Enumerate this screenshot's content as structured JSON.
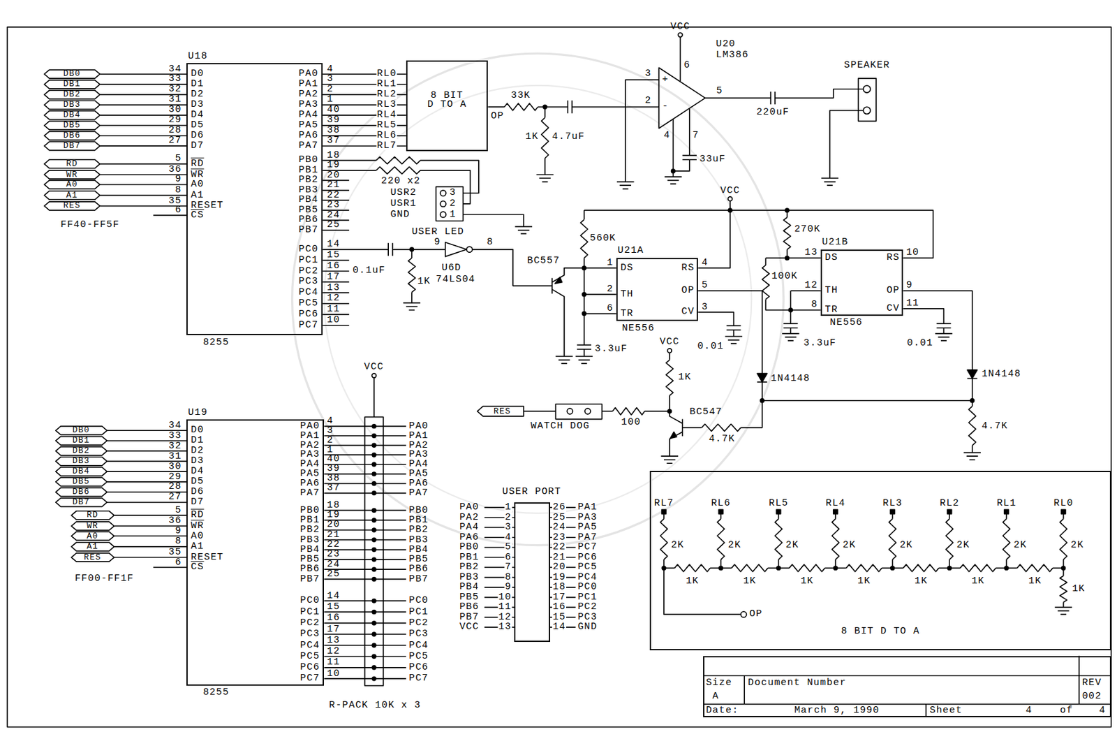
{
  "diagram": {
    "nodes": [
      {
        "text": [
          "U18",
          "D0",
          "D1",
          "D2",
          "D3",
          "D4",
          "D5",
          "D6",
          "D7",
          "RD",
          "WR",
          "A0",
          "A1",
          "RESET",
          "CS",
          "PA0",
          "PA1",
          "PA2",
          "PA3",
          "PA4",
          "PA5",
          "PA6",
          "PA7",
          "PB0",
          "PB1",
          "PB2",
          "PB3",
          "PB4",
          "PB5",
          "PB6",
          "PB7",
          "PC0",
          "PC1",
          "PC2",
          "PC3",
          "PC4",
          "PC5",
          "PC6",
          "PC7",
          "8255"
        ]
      },
      {
        "text": [
          "8 BIT D TO A"
        ]
      },
      {
        "text": [
          "U21A",
          "DS",
          "RS",
          "TH",
          "OP",
          "TR",
          "CV",
          "NE556"
        ]
      },
      {
        "text": [
          "U21B",
          "DS",
          "RS",
          "TH",
          "OP",
          "TR",
          "CV",
          "NE556"
        ]
      },
      {
        "text": [
          "U19",
          "D0",
          "D1",
          "D2",
          "D3",
          "D4",
          "D5",
          "D6",
          "D7",
          "RD",
          "WR",
          "A0",
          "A1",
          "RESET",
          "CS",
          "PA0",
          "PA1",
          "PA2",
          "PA3",
          "PA4",
          "PA5",
          "PA6",
          "PA7",
          "PB0",
          "PB1",
          "PB2",
          "PB3",
          "PB4",
          "PB5",
          "PB6",
          "PB7",
          "PC0",
          "PC1",
          "PC2",
          "PC3",
          "PC4",
          "PC5",
          "PC6",
          "PC7",
          "8255"
        ]
      },
      {
        "text": [
          "USER PORT"
        ]
      },
      {
        "text": [
          "8 BIT D TO A"
        ]
      },
      {
        "text": [
          "Size",
          "A",
          "Document Number",
          "REV",
          "002",
          "Date:",
          "March 9, 1990",
          "Sheet",
          "4",
          "of",
          "4"
        ]
      }
    ],
    "edges": [
      {
        "from": 0,
        "to": 1,
        "arrow": "none",
        "label": "RL0"
      },
      {
        "from": 0,
        "to": 1,
        "arrow": "none",
        "label": "RL1"
      },
      {
        "from": 0,
        "to": 1,
        "arrow": "none",
        "label": "RL2"
      },
      {
        "from": 0,
        "to": 1,
        "arrow": "none",
        "label": "RL3"
      },
      {
        "from": 0,
        "to": 1,
        "arrow": "none",
        "label": "RL4"
      },
      {
        "from": 0,
        "to": 1,
        "arrow": "none",
        "label": "RL5"
      },
      {
        "from": 0,
        "to": 1,
        "arrow": "none",
        "label": "RL6"
      },
      {
        "from": 0,
        "to": 1,
        "arrow": "none",
        "label": "RL7"
      }
    ],
    "labels": [
      "34",
      "33",
      "32",
      "31",
      "30",
      "29",
      "28",
      "27",
      "5",
      "36",
      "9",
      "8",
      "35",
      "6",
      "4",
      "3",
      "2",
      "1",
      "40",
      "39",
      "38",
      "37",
      "18",
      "19",
      "20",
      "21",
      "22",
      "23",
      "24",
      "25",
      "14",
      "15",
      "16",
      "17",
      "13",
      "12",
      "11",
      "10",
      "DB0",
      "DB1",
      "DB2",
      "DB3",
      "DB4",
      "DB5",
      "DB6",
      "DB7",
      "RD",
      "WR",
      "A0",
      "A1",
      "RES",
      "FF40-FF5F",
      "VCC",
      "U20",
      "LM386",
      "3",
      "2",
      "+",
      "-",
      "6",
      "5",
      "4",
      "7",
      "33uF",
      "SPEAKER",
      "220uF",
      "OP",
      "33K",
      "1K",
      "4.7uF",
      "220 x2",
      "USR2",
      "USR1",
      "GND",
      "3",
      "2",
      "1",
      "0.1uF",
      "1K",
      "USER LED",
      "9",
      "8",
      "U6D",
      "74LS04",
      "BC557",
      "560K",
      "3.3uF",
      "1",
      "2",
      "6",
      "4",
      "5",
      "3",
      "VCC",
      "0.01",
      "270K",
      "100K",
      "13",
      "12",
      "8",
      "10",
      "9",
      "11",
      "3.3uF",
      "0.01",
      "1N4148",
      "1N4148",
      "4.7K",
      "VCC",
      "1K",
      "BC547",
      "4.7K",
      "100",
      "WATCH DOG",
      "RES",
      "34",
      "33",
      "32",
      "31",
      "30",
      "29",
      "28",
      "27",
      "5",
      "36",
      "9",
      "8",
      "35",
      "6",
      "4",
      "3",
      "2",
      "1",
      "40",
      "39",
      "38",
      "37",
      "18",
      "19",
      "20",
      "21",
      "22",
      "23",
      "24",
      "25",
      "14",
      "15",
      "16",
      "17",
      "13",
      "12",
      "11",
      "10",
      "DB0",
      "DB1",
      "DB2",
      "DB3",
      "DB4",
      "DB5",
      "DB6",
      "DB7",
      "RD",
      "WR",
      "A0",
      "A1",
      "RES",
      "FF00-FF1F",
      "VCC",
      "PA0",
      "PA1",
      "PA2",
      "PA3",
      "PA4",
      "PA5",
      "PA6",
      "PA7",
      "PB0",
      "PB1",
      "PB2",
      "PB3",
      "PB4",
      "PB5",
      "PB6",
      "PB7",
      "PC0",
      "PC1",
      "PC2",
      "PC3",
      "PC4",
      "PC5",
      "PC6",
      "PC7",
      "R-PACK 10K x 3",
      "PA0",
      "PA2",
      "PA4",
      "PA6",
      "PB0",
      "PB1",
      "PB2",
      "PB3",
      "PB4",
      "PB5",
      "PB6",
      "PB7",
      "VCC",
      "1",
      "2",
      "3",
      "4",
      "5",
      "6",
      "7",
      "8",
      "9",
      "10",
      "11",
      "12",
      "13",
      "26",
      "25",
      "24",
      "23",
      "22",
      "21",
      "20",
      "19",
      "18",
      "17",
      "16",
      "15",
      "14",
      "PA1",
      "PA3",
      "PA5",
      "PA7",
      "PC7",
      "PC6",
      "PC5",
      "PC4",
      "PC0",
      "PC1",
      "PC2",
      "PC3",
      "GND",
      "RL7",
      "RL6",
      "RL5",
      "RL4",
      "RL3",
      "RL2",
      "RL1",
      "RL0",
      "2K",
      "2K",
      "2K",
      "2K",
      "2K",
      "2K",
      "2K",
      "2K",
      "1K",
      "1K",
      "1K",
      "1K",
      "1K",
      "1K",
      "1K",
      "1K",
      "OP"
    ]
  }
}
